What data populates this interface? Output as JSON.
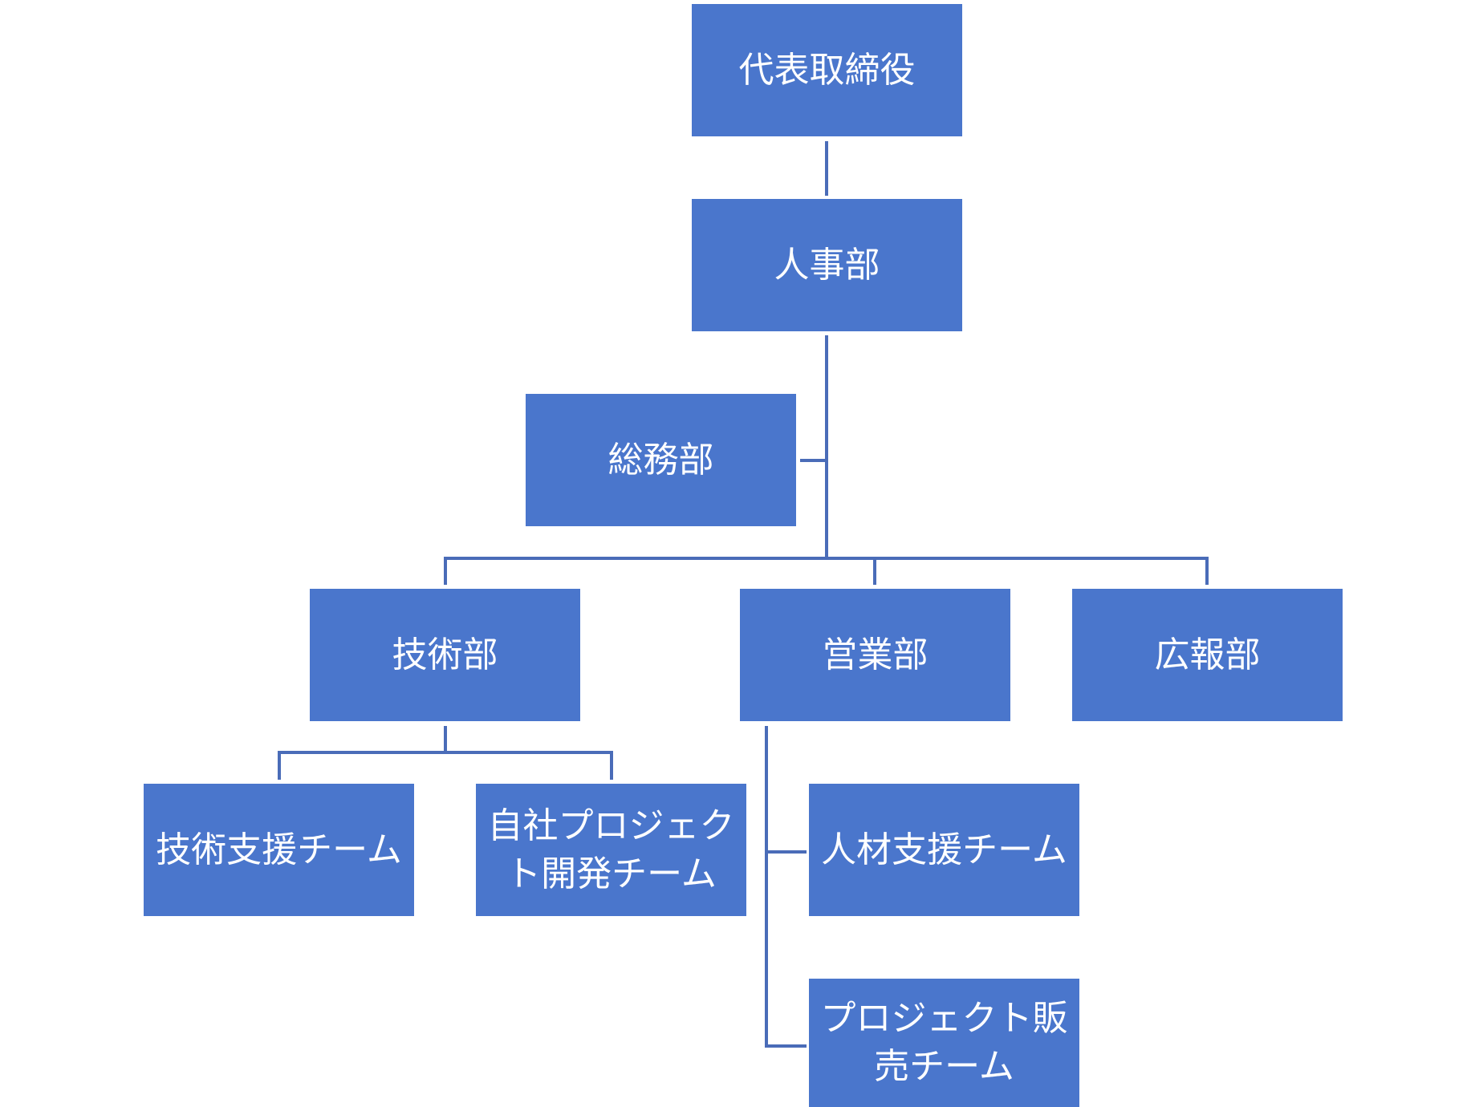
{
  "colors": {
    "box_fill": "#4A76CC",
    "connector": "#4A6CB8",
    "text": "#FFFFFF"
  },
  "org_chart": {
    "ceo": "代表取締役",
    "hr": "人事部",
    "general_affairs": "総務部",
    "engineering": "技術部",
    "sales": "営業部",
    "pr": "広報部",
    "tech_support_team": "技術支援チーム",
    "inhouse_project_team": "自社プロジェクト開発チーム",
    "staffing_support_team": "人材支援チーム",
    "project_sales_team": "プロジェクト販売チーム"
  }
}
